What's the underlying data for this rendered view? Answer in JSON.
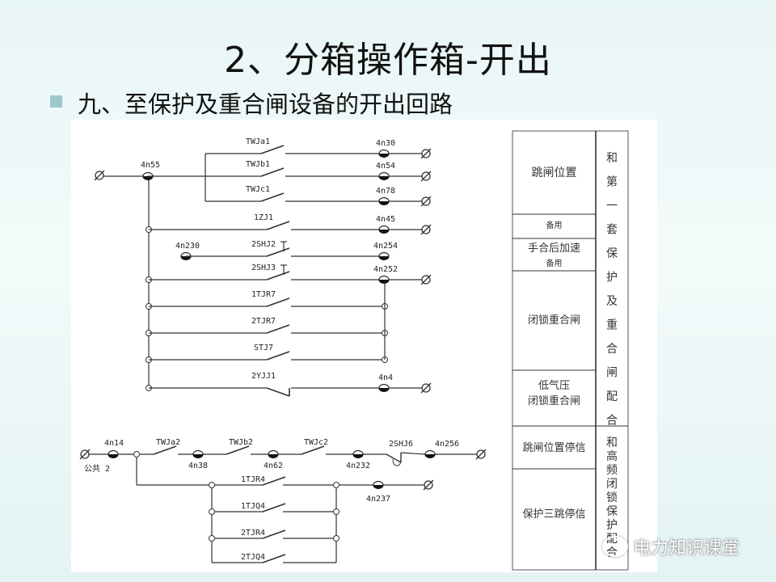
{
  "title": "2、分箱操作箱-开出",
  "subtitle": "九、至保护及重合闸设备的开出回路",
  "diagram": {
    "top": {
      "common_node": "4n55",
      "rows": [
        {
          "contact": "TWJa1",
          "terminal": "4n30"
        },
        {
          "contact": "TWJb1",
          "terminal": "4n54"
        },
        {
          "contact": "TWJc1",
          "terminal": "4n78"
        },
        {
          "contact": "1ZJ1",
          "terminal": "4n45"
        },
        {
          "contact": "2SHJ2",
          "terminal": "4n254",
          "start_terminal": "4n230"
        },
        {
          "contact": "2SHJ3",
          "terminal": "4n252"
        },
        {
          "contact": "1TJR7",
          "terminal": ""
        },
        {
          "contact": "2TJR7",
          "terminal": ""
        },
        {
          "contact": "STJ7",
          "terminal": ""
        },
        {
          "contact": "2YJJ1",
          "terminal": "4n4"
        }
      ]
    },
    "bottom": {
      "common_node": "4n14",
      "common_note": "公共 2",
      "series": [
        {
          "contact": "TWJa2",
          "terminal": "4n38"
        },
        {
          "contact": "TWJb2",
          "terminal": "4n62"
        },
        {
          "contact": "TWJc2",
          "terminal": "4n232"
        },
        {
          "contact": "2SHJ6",
          "terminal": "4n256"
        }
      ],
      "parallel": [
        "1TJR4",
        "1TJQ4",
        "2TJR4",
        "2TJQ4"
      ],
      "parallel_terminal": "4n237"
    },
    "table": {
      "functions": [
        "跳闸位置",
        "备用",
        "手合后加速",
        "备用",
        "闭锁重合闸",
        "低气压",
        "闭锁重合闸",
        "跳闸位置停信",
        "保护三跳停信"
      ],
      "group1": "和第一套保护及重合闸配合",
      "group2": "和高频闭锁保护配合"
    }
  },
  "watermark": "电力知识课堂"
}
